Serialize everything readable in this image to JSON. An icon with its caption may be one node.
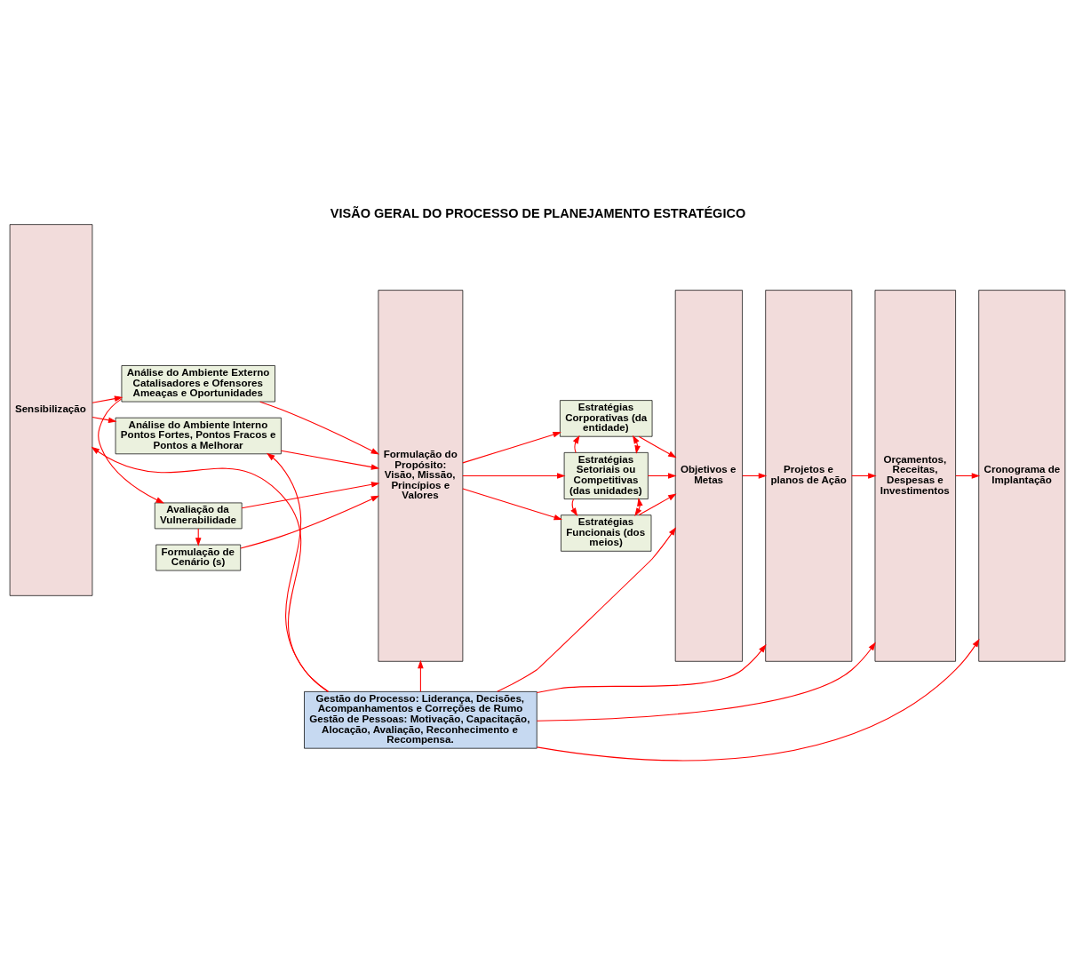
{
  "diagram": {
    "title": "VISÃO GERAL DO PROCESSO DE PLANEJAMENTO ESTRATÉGICO",
    "nodes": [
      {
        "text": [
          "Sensibilização"
        ]
      },
      {
        "text": [
          "Análise do Ambiente Externo Catalisadores e Ofensores Ameaças e Oportunidades"
        ]
      },
      {
        "text": [
          "Avaliação da Vulnerabilidade"
        ]
      },
      {
        "text": [
          "Formulação de Cenário (s)"
        ]
      },
      {
        "text": [
          "Análise do Ambiente Interno Pontos Fortes, Pontos Fracos e Pontos a Melhorar"
        ]
      },
      {
        "text": [
          "Formulação do Propósito: Visão, Missão,  Princípios e Valores"
        ]
      },
      {
        "text": [
          "Estratégias Corporativas (da entidade)"
        ]
      },
      {
        "text": [
          "Estratégias Setoriais ou Competitivas (das unidades)"
        ]
      },
      {
        "text": [
          "Estratégias Funcionais (dos meios)"
        ]
      },
      {
        "text": [
          "Objetivos e Metas"
        ]
      },
      {
        "text": [
          "Projetos e planos de Ação"
        ]
      },
      {
        "text": [
          "Orçamentos, Receitas, Despesas e Investimentos"
        ]
      },
      {
        "text": [
          "Cronograma de Implantação"
        ]
      },
      {
        "text": [
          "Gestão do Processo: Liderança, Decisões, Acompanhamentos e Correções de Rumo",
          "Gestão de Pessoas: Motivação, Capacitação, Alocação, Avaliação, Reconhecimento e Recompensa."
        ]
      }
    ],
    "edges": [
      {
        "from": 0,
        "to": 1,
        "arrow": "to"
      },
      {
        "from": 0,
        "to": 4,
        "arrow": "to"
      },
      {
        "from": 1,
        "to": 2,
        "arrow": "to"
      },
      {
        "from": 2,
        "to": 3,
        "arrow": "to"
      },
      {
        "from": 1,
        "to": 5,
        "arrow": "to"
      },
      {
        "from": 2,
        "to": 5,
        "arrow": "to"
      },
      {
        "from": 3,
        "to": 5,
        "arrow": "to"
      },
      {
        "from": 4,
        "to": 5,
        "arrow": "to"
      },
      {
        "from": 5,
        "to": 6,
        "arrow": "to"
      },
      {
        "from": 5,
        "to": 7,
        "arrow": "to"
      },
      {
        "from": 5,
        "to": 8,
        "arrow": "to"
      },
      {
        "from": 6,
        "to": 7,
        "arrow": "both"
      },
      {
        "from": 7,
        "to": 6,
        "arrow": "to"
      },
      {
        "from": 7,
        "to": 8,
        "arrow": "both"
      },
      {
        "from": 7,
        "to": 8,
        "arrow": "to"
      },
      {
        "from": 6,
        "to": 9,
        "arrow": "to"
      },
      {
        "from": 7,
        "to": 9,
        "arrow": "to"
      },
      {
        "from": 8,
        "to": 9,
        "arrow": "to"
      },
      {
        "from": 9,
        "to": 10,
        "arrow": "to"
      },
      {
        "from": 10,
        "to": 11,
        "arrow": "to"
      },
      {
        "from": 11,
        "to": 12,
        "arrow": "to"
      },
      {
        "from": 13,
        "to": 0,
        "arrow": "to"
      },
      {
        "from": 13,
        "to": 4,
        "arrow": "to"
      },
      {
        "from": 13,
        "to": 5,
        "arrow": "to"
      },
      {
        "from": 13,
        "to": 9,
        "arrow": "to"
      },
      {
        "from": 13,
        "to": 10,
        "arrow": "to"
      },
      {
        "from": 13,
        "to": 11,
        "arrow": "to"
      },
      {
        "from": 13,
        "to": 12,
        "arrow": "to"
      }
    ]
  }
}
